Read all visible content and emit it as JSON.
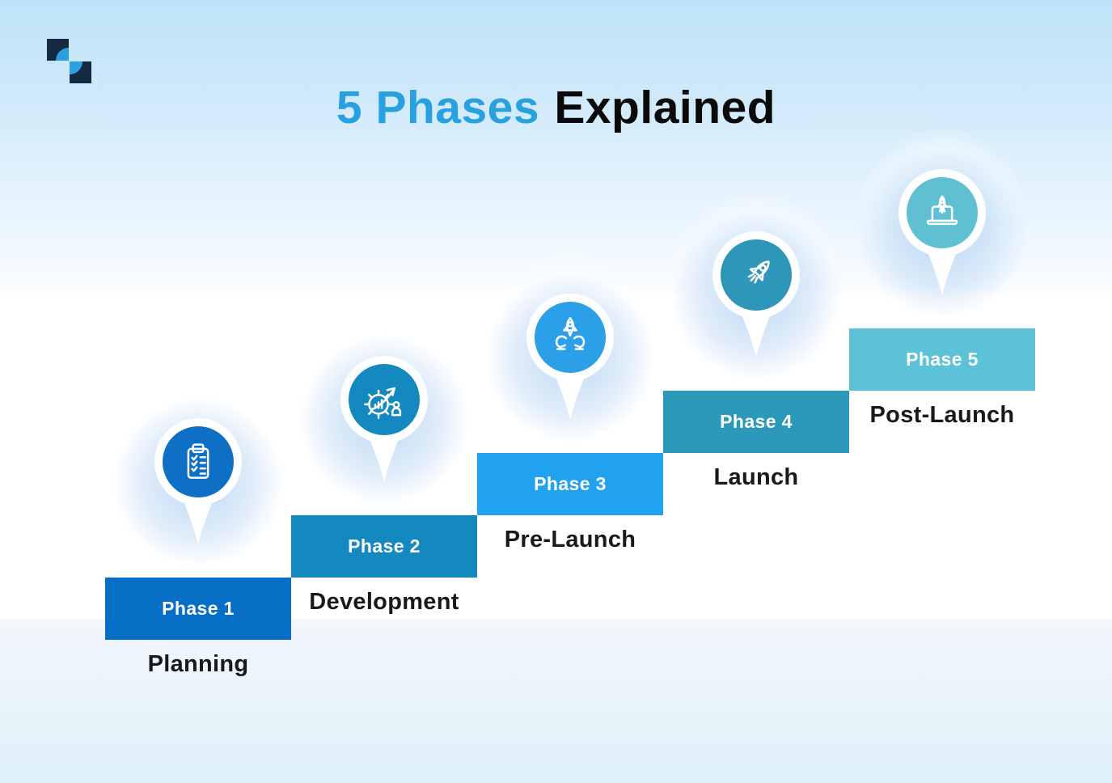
{
  "title": {
    "accent": "5 Phases",
    "rest": "Explained"
  },
  "logo": {
    "description": "two diagonal navy squares with blue quarter circles"
  },
  "colors": {
    "title_accent": "#29A0DF",
    "title_text": "#0A0A0A",
    "label_text": "#17191D",
    "background_top": "#BEE3F8",
    "background_middle": "#FFFFFF",
    "background_bottom": "#DFF0FA",
    "logo_navy": "#132A40",
    "logo_blue": "#2BA0DC"
  },
  "phases": [
    {
      "badge": "Phase 1",
      "name": "Planning",
      "icon": "clipboard-checklist-icon",
      "bar_color": "#076EC6",
      "pin_color": "#0D70C4"
    },
    {
      "badge": "Phase 2",
      "name": "Development",
      "icon": "gear-growth-arrow-icon",
      "bar_color": "#1489C0",
      "pin_color": "#1489C0"
    },
    {
      "badge": "Phase 3",
      "name": "Pre-Launch",
      "icon": "hands-holding-rocket-icon",
      "bar_color": "#22A1F1",
      "pin_color": "#2BA0E8"
    },
    {
      "badge": "Phase 4",
      "name": "Launch",
      "icon": "rocket-icon",
      "bar_color": "#2D99BA",
      "pin_color": "#2E96B9"
    },
    {
      "badge": "Phase 5",
      "name": "Post-Launch",
      "icon": "laptop-rocket-launch-icon",
      "bar_color": "#5BC2D8",
      "pin_color": "#5FC0D4"
    }
  ]
}
